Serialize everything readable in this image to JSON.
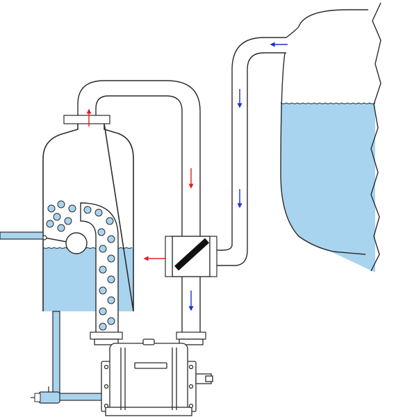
{
  "diagram": {
    "type": "vacuum-priming-pump-system",
    "colors": {
      "water": "#a9d4ef",
      "outline": "#2a2a2a",
      "pipe_fill": "#ffffff",
      "bubble": "#a9d4ef",
      "arrow_air": "#e02020",
      "arrow_water": "#1a2fd6",
      "valve_disc": "#111111",
      "pump_body": "#ffffff"
    },
    "components": [
      {
        "id": "tank",
        "icon": "vacuum-tank"
      },
      {
        "id": "float",
        "icon": "float-ball"
      },
      {
        "id": "reservoir",
        "icon": "water-reservoir"
      },
      {
        "id": "check-valve",
        "icon": "check-valve"
      },
      {
        "id": "pump",
        "icon": "vacuum-pump"
      },
      {
        "id": "drain-valve",
        "icon": "drain-valve"
      }
    ],
    "flow_arrows": [
      {
        "id": "air-up-neck",
        "kind": "air",
        "direction": "up"
      },
      {
        "id": "air-down-right-pipe",
        "kind": "air",
        "direction": "down"
      },
      {
        "id": "air-left-out",
        "kind": "air",
        "direction": "left"
      },
      {
        "id": "water-left-top",
        "kind": "water",
        "direction": "left"
      },
      {
        "id": "water-down-upper",
        "kind": "water",
        "direction": "down"
      },
      {
        "id": "water-down-lower",
        "kind": "water",
        "direction": "down"
      },
      {
        "id": "water-down-valve",
        "kind": "water",
        "direction": "down"
      }
    ]
  }
}
